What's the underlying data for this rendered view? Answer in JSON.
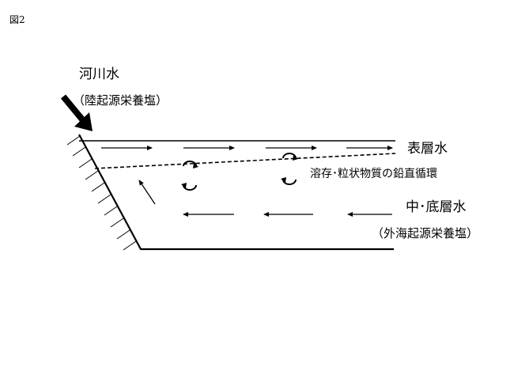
{
  "figure_label": "図2",
  "labels": {
    "river_water": "河川水",
    "river_nutrients": "（陸起源栄養塩）",
    "surface_water": "表層水",
    "vertical_circulation": "溶存･粒状物質の鉛直循環",
    "mid_bottom_water": "中･底層水",
    "ocean_nutrients": "（外海起源栄養塩）"
  },
  "colors": {
    "ink": "#000000",
    "background": "#ffffff"
  }
}
